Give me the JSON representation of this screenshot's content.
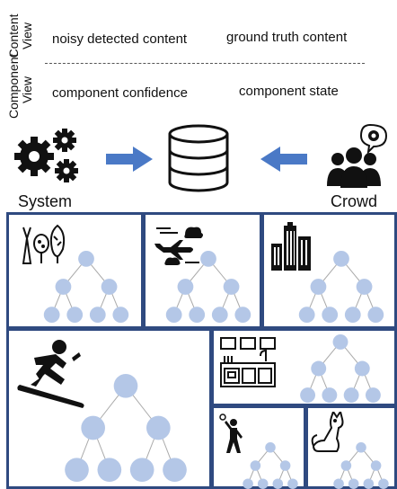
{
  "content_view": {
    "label_line1": "Content",
    "label_line2": "View",
    "left_text": "noisy detected content",
    "right_text": "ground truth content"
  },
  "component_view": {
    "label_line1": "Component",
    "label_line2": "View",
    "left_text": "component confidence",
    "right_text": "component state"
  },
  "flow": {
    "system_label": "System",
    "crowd_label": "Crowd",
    "system_icon": "gears-icon",
    "database_icon": "database-icon",
    "crowd_icon": "crowd-icon",
    "arrow_color": "#4a79c6"
  },
  "panels": [
    {
      "icon": "nature-icon",
      "tree_levels": 3
    },
    {
      "icon": "travel-icon",
      "tree_levels": 3
    },
    {
      "icon": "city-icon",
      "tree_levels": 3
    },
    {
      "icon": "snowboard-icon",
      "tree_levels": 3
    },
    {
      "icon": "kitchen-icon",
      "tree_levels": 3
    },
    {
      "icon": "tennis-icon",
      "tree_levels": 3
    },
    {
      "icon": "cat-icon",
      "tree_levels": 3
    }
  ],
  "colors": {
    "panel_border": "#2f4a80",
    "node_fill": "#b4c7e7",
    "edge": "#aaaaaa"
  }
}
